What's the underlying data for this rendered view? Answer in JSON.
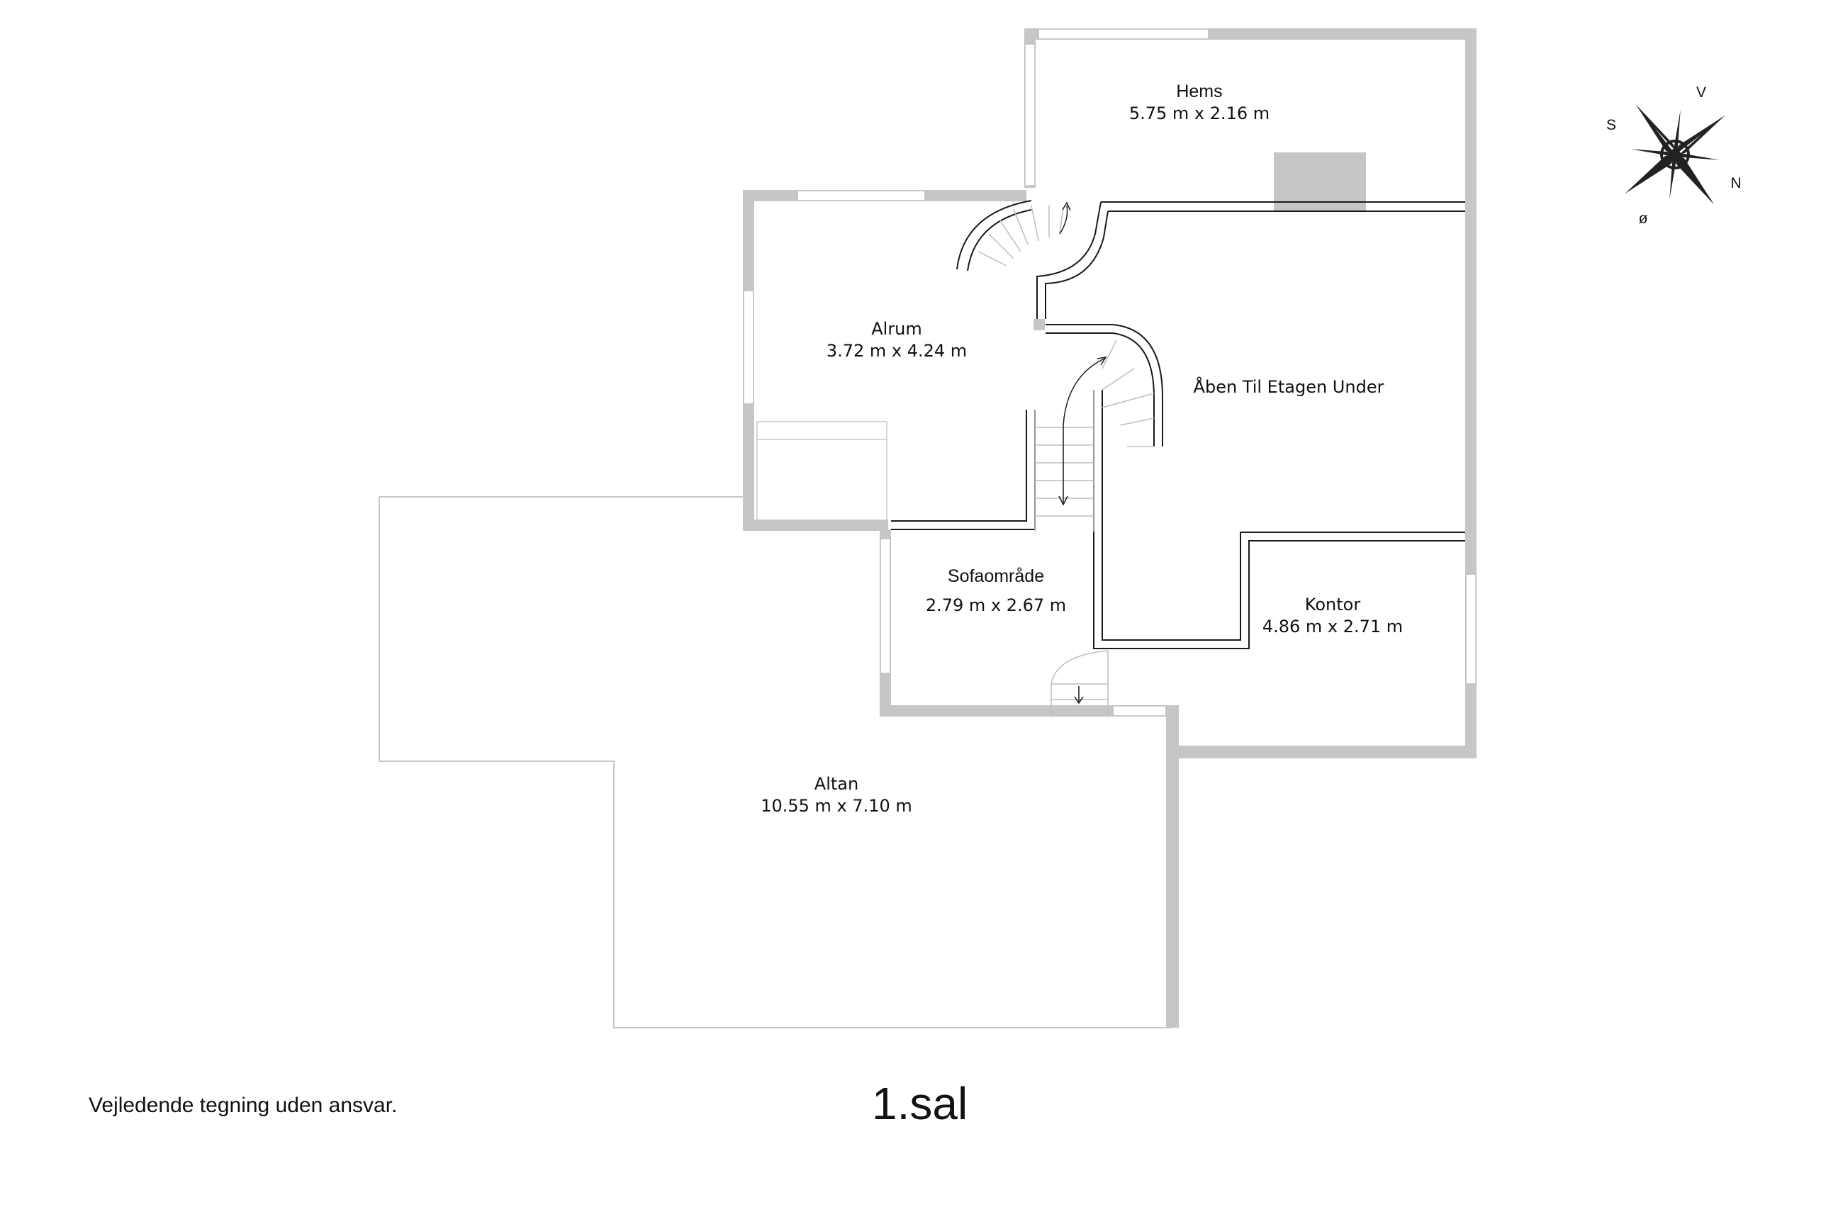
{
  "rooms": {
    "hems": {
      "name": "Hems",
      "size": "5.75 m x 2.16 m"
    },
    "alrum": {
      "name": "Alrum",
      "size": "3.72 m x 4.24 m"
    },
    "open_below": {
      "name": "Åben Til Etagen Under"
    },
    "sofa": {
      "name": "Sofaområde",
      "size": "2.79 m x 2.67 m"
    },
    "kontor": {
      "name": "Kontor",
      "size": "4.86 m x 2.71 m"
    },
    "altan": {
      "name": "Altan",
      "size": "10.55 m x 7.10 m"
    }
  },
  "footer": {
    "disclaimer": "Vejledende tegning uden ansvar.",
    "floor": "1.sal"
  },
  "compass": {
    "v": "V",
    "s": "S",
    "n": "N",
    "o": "ø"
  },
  "colors": {
    "wall": "#c6c6c6",
    "line": "#1a1a1a",
    "thin": "#bdbdbd"
  }
}
